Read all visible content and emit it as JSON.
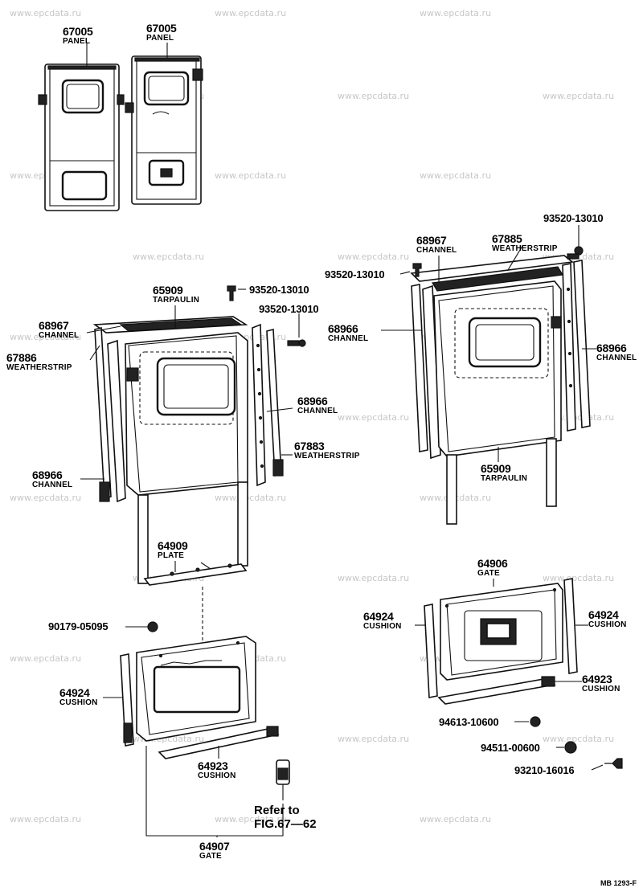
{
  "watermark": "www.epcdata.ru",
  "parts": {
    "panel_left": {
      "number": "67005",
      "name": "PANEL"
    },
    "panel_right": {
      "number": "67005",
      "name": "PANEL"
    },
    "tarpaulin_left": {
      "number": "65909",
      "name": "TARPAULIN"
    },
    "tarpaulin_right": {
      "number": "65909",
      "name": "TARPAULIN"
    },
    "channel_68967_left": {
      "number": "68967",
      "name": "CHANNEL"
    },
    "channel_68967_right": {
      "number": "68967",
      "name": "CHANNEL"
    },
    "weatherstrip_67886": {
      "number": "67886",
      "name": "WEATHERSTRIP"
    },
    "weatherstrip_67885": {
      "number": "67885",
      "name": "WEATHERSTRIP"
    },
    "weatherstrip_67883": {
      "number": "67883",
      "name": "WEATHERSTRIP"
    },
    "channel_68966_a": {
      "number": "68966",
      "name": "CHANNEL"
    },
    "channel_68966_b": {
      "number": "68966",
      "name": "CHANNEL"
    },
    "channel_68966_c": {
      "number": "68966",
      "name": "CHANNEL"
    },
    "channel_68966_d": {
      "number": "68966",
      "name": "CHANNEL"
    },
    "plate": {
      "number": "64909",
      "name": "PLATE"
    },
    "gate_right": {
      "number": "64906",
      "name": "GATE"
    },
    "gate_left": {
      "number": "64907",
      "name": "GATE"
    },
    "cushion_64924_left": {
      "number": "64924",
      "name": "CUSHION"
    },
    "cushion_64924_r1": {
      "number": "64924",
      "name": "CUSHION"
    },
    "cushion_64924_r2": {
      "number": "64924",
      "name": "CUSHION"
    },
    "cushion_64923_left": {
      "number": "64923",
      "name": "CUSHION"
    },
    "cushion_64923_right": {
      "number": "64923",
      "name": "CUSHION"
    }
  },
  "fasteners": {
    "bolt_a": "93520-13010",
    "bolt_b": "93520-13010",
    "bolt_c": "93520-13010",
    "bolt_d": "93520-13010",
    "nut": "90179-05095",
    "nut_right": "94613-10600",
    "cap": "94511-00600",
    "screw": "93210-16016"
  },
  "reference": {
    "line1": "Refer to",
    "line2": "FIG.67—62"
  },
  "diagram_code": "MB 1293-F"
}
